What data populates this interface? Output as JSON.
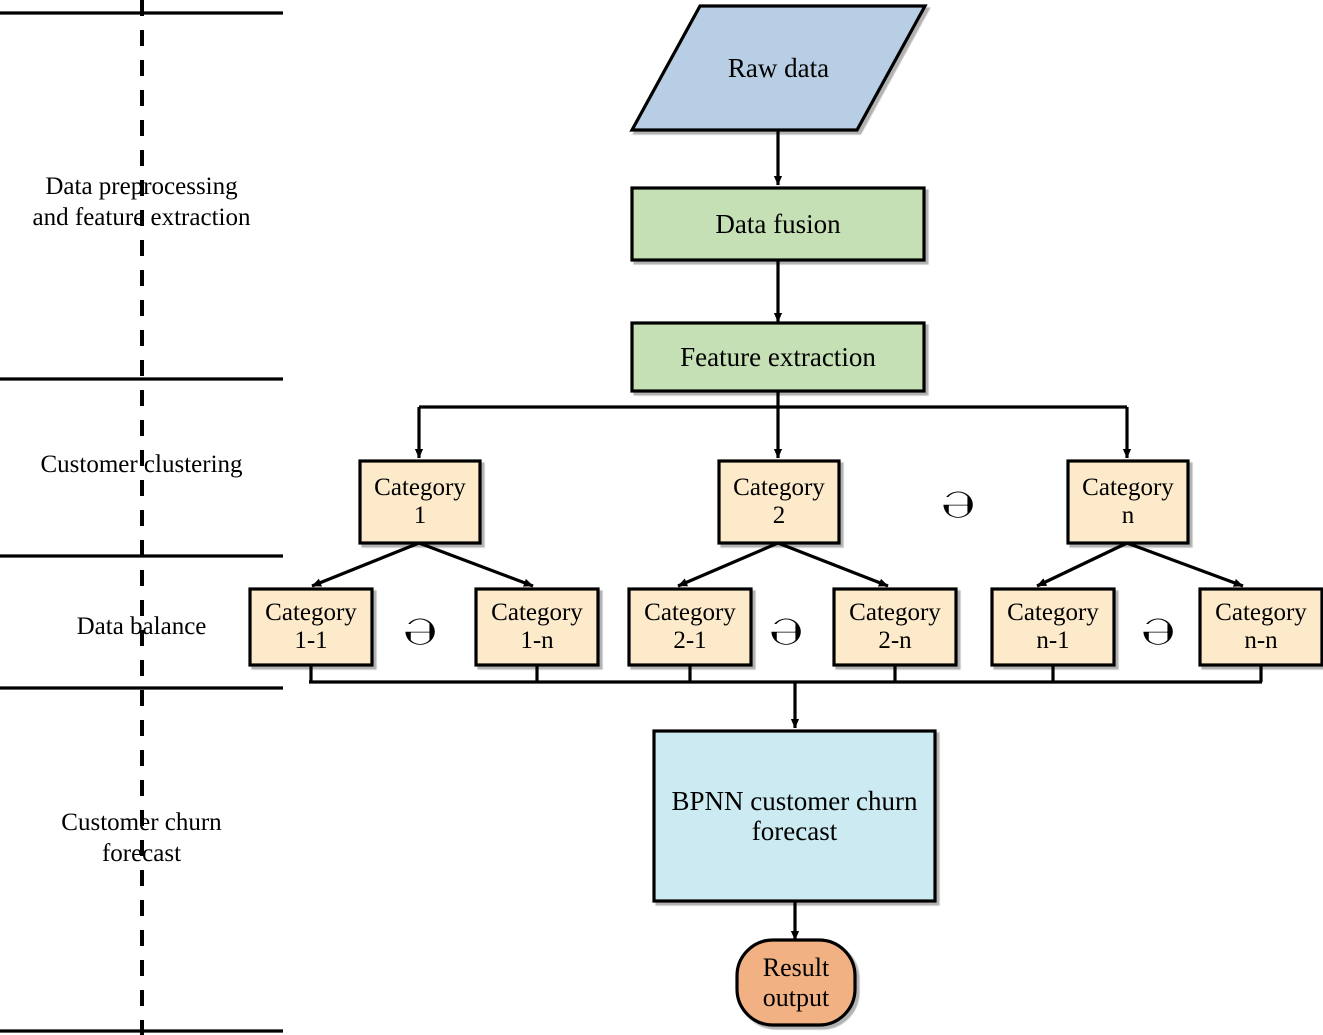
{
  "diagram": {
    "title": "Customer churn forecast flowchart",
    "colors": {
      "raw_data_fill": "#b8cee4",
      "process_fill": "#c5e0b4",
      "category_fill": "#fceaca",
      "model_fill": "#cceaf1",
      "result_fill": "#f2b183",
      "stroke": "#000000",
      "background": "#ffffff"
    },
    "stages": [
      {
        "id": "stage-preprocessing",
        "label": "Data preprocessing\nand feature extraction"
      },
      {
        "id": "stage-clustering",
        "label": "Customer clustering"
      },
      {
        "id": "stage-balance",
        "label": "Data balance"
      },
      {
        "id": "stage-forecast",
        "label": "Customer churn\nforecast"
      }
    ],
    "nodes": {
      "raw_data": {
        "label": "Raw data",
        "shape": "parallelogram",
        "fill": "#b8cee4"
      },
      "data_fusion": {
        "label": "Data fusion",
        "shape": "rectangle",
        "fill": "#c5e0b4"
      },
      "feature_extraction": {
        "label": "Feature extraction",
        "shape": "rectangle",
        "fill": "#c5e0b4"
      },
      "bpnn": {
        "label": "BPNN customer churn\nforecast",
        "shape": "rectangle",
        "fill": "#cceaf1"
      },
      "result_output": {
        "label": "Result\noutput",
        "shape": "rounded",
        "fill": "#f2b183"
      }
    },
    "clusters": [
      {
        "id": "category-1",
        "label": "Category\n1"
      },
      {
        "id": "category-2",
        "label": "Category\n2"
      },
      {
        "id": "category-n",
        "label": "Category\nn"
      }
    ],
    "subcategories": [
      {
        "id": "category-1-1",
        "label": "Category\n1-1"
      },
      {
        "id": "category-1-n",
        "label": "Category\n1-n"
      },
      {
        "id": "category-2-1",
        "label": "Category\n2-1"
      },
      {
        "id": "category-2-n",
        "label": "Category\n2-n"
      },
      {
        "id": "category-n-1",
        "label": "Category\nn-1"
      },
      {
        "id": "category-n-n",
        "label": "Category\nn-n"
      }
    ],
    "ellipses": [
      {
        "id": "ellipsis-cluster",
        "glyph": "℮"
      },
      {
        "id": "ellipsis-sub-1",
        "glyph": "℮"
      },
      {
        "id": "ellipsis-sub-2",
        "glyph": "℮"
      },
      {
        "id": "ellipsis-sub-n",
        "glyph": "℮"
      }
    ]
  }
}
